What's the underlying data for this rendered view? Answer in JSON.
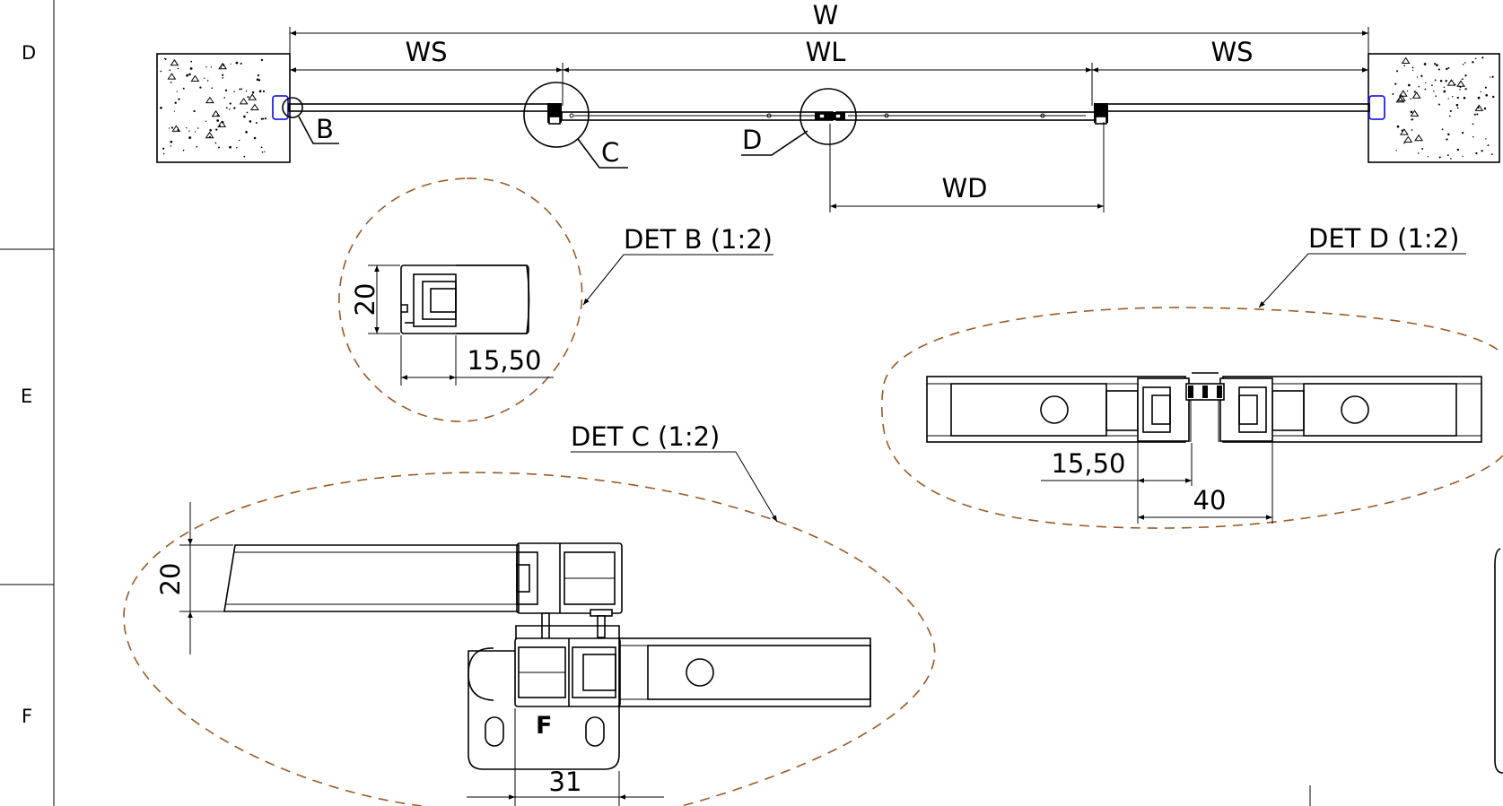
{
  "zones": [
    "D",
    "E",
    "F"
  ],
  "top_view": {
    "labels": {
      "w": "W",
      "ws_left": "WS",
      "wl": "WL",
      "ws_right": "WS",
      "wd": "WD",
      "b": "B",
      "c": "C",
      "d": "D"
    }
  },
  "det_b": {
    "title": "DET B (1:2)",
    "dim_height": "20",
    "dim_width": "15,50"
  },
  "det_c": {
    "title": "DET C (1:2)",
    "dim_height": "20",
    "dim_width": "31",
    "mark": "F"
  },
  "det_d": {
    "title": "DET D (1:2)",
    "dim_left": "15,50",
    "dim_width": "40"
  },
  "colors": {
    "line": "#000000",
    "detail_circle": "#9a5a26",
    "highlight": "#2323e6"
  }
}
